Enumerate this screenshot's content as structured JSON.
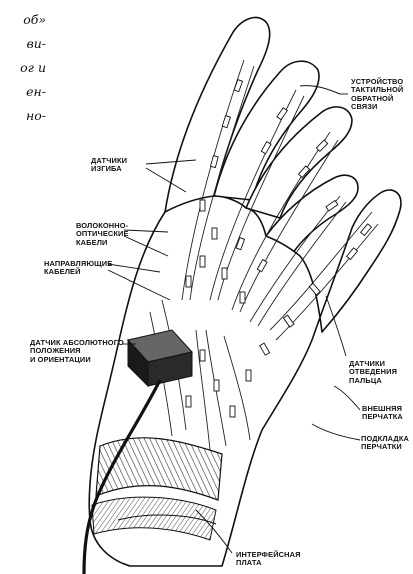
{
  "body_text": {
    "lines": [
      "об»",
      "ви-",
      "ог и",
      "ен-",
      "но-"
    ]
  },
  "labels": {
    "tactile_feedback": [
      "УСТРОЙСТВО",
      "ТАКТИЛЬНОЙ",
      "ОБРАТНОЙ",
      "СВЯЗИ"
    ],
    "bend_sensors": [
      "ДАТЧИКИ",
      "ИЗГИБА"
    ],
    "fiber_cables": [
      "ВОЛОКОННО-",
      "ОПТИЧЕСКИЕ",
      "КАБЕЛИ"
    ],
    "cable_guides": [
      "НАПРАВЛЯЮЩИЕ",
      "КАБЕЛЕЙ"
    ],
    "position_sensor": [
      "ДАТЧИК  АБСОЛЮТНОГО",
      "ПОЛОЖЕНИЯ",
      "И ОРИЕНТАЦИИ"
    ],
    "thumb_abduction": [
      "ДАТЧИКИ",
      "ОТВЕДЕНИЯ",
      "ПАЛЬЦА"
    ],
    "outer_glove": [
      "ВНЕШНЯЯ",
      "ПЕРЧАТКА"
    ],
    "glove_lining": [
      "ПОДКЛАДКА",
      "ПЕРЧАТКИ"
    ],
    "interface_board": [
      "ИНТЕРФЕЙСНАЯ",
      "ПЛАТА"
    ]
  }
}
